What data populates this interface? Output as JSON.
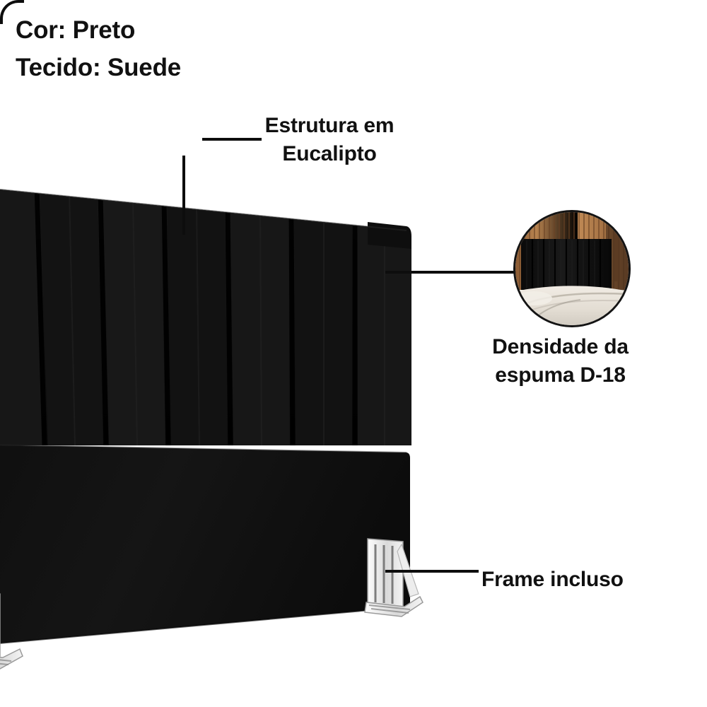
{
  "product": {
    "specs": [
      {
        "key": "Cor",
        "text": "Cor: Preto"
      },
      {
        "key": "Tecido",
        "text": "Tecido: Suede"
      }
    ],
    "color_name": "Preto",
    "fabric_name": "Suede"
  },
  "callouts": {
    "structure": {
      "line1": "Estrutura em",
      "line2": "Eucalipto"
    },
    "foam": {
      "line1": "Densidade da",
      "line2": "espuma D-18"
    },
    "frame": {
      "line1": "Frame incluso"
    }
  },
  "inset_photo": {
    "name": "bedroom-headboard-closeup",
    "scene": "Cabeceira preta com painéis verticais em quarto com parede ripada de madeira e cama com roupa de cama branca"
  },
  "colors": {
    "background": "#ffffff",
    "text": "#111111",
    "leader_line": "#0d0d0d",
    "upholstery_black": "#111111",
    "upholstery_panel_dark": "#090909",
    "upholstery_panel_light": "#1c1c1c",
    "base_black": "#141414",
    "foot_metal": "#e9e9e9",
    "foot_metal_shadow": "#b9b9b9",
    "wood_slat": "#b07c4e",
    "wood_slat_dark": "#6d4829",
    "bedding_white": "#ece7e0"
  }
}
